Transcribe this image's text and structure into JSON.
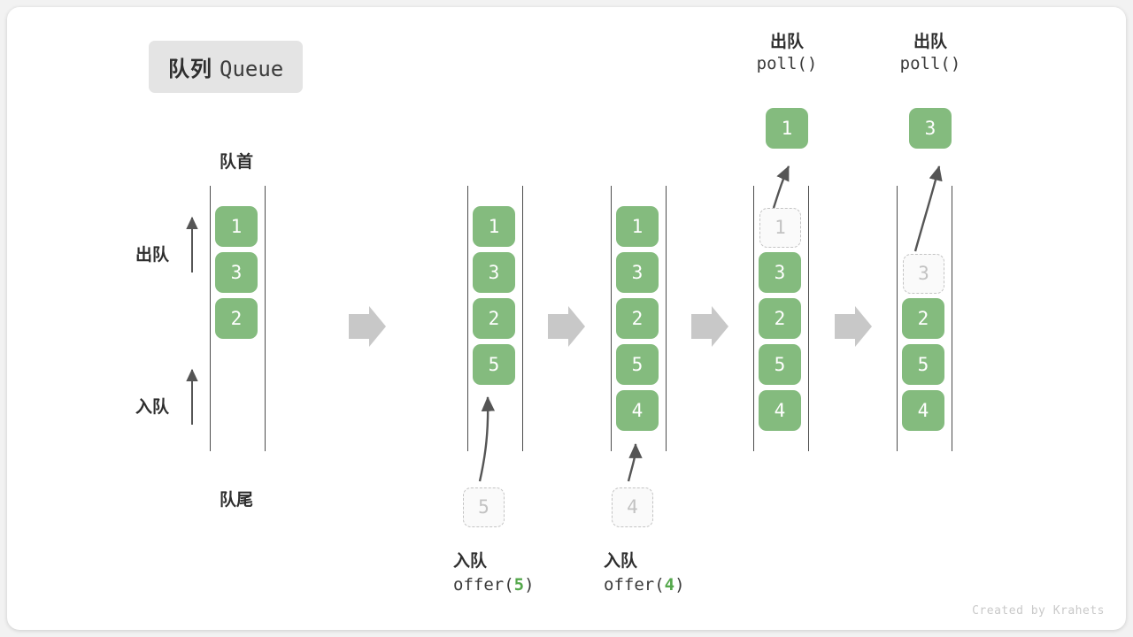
{
  "title": {
    "cn": "队列",
    "en": "Queue"
  },
  "labels": {
    "front": "队首",
    "rear": "队尾",
    "dequeue_side": "出队",
    "enqueue_side": "入队"
  },
  "colors": {
    "element": "#84bb7e",
    "ghost_border": "#c4c4c4",
    "ghost_text": "#c2c2c2",
    "rail": "#4c4c4c",
    "arrow": "#555555",
    "step_arrow": "#c8c8c8",
    "badge_bg": "#e4e4e4",
    "accent_value": "#55a84c",
    "text": "#2e2e2e"
  },
  "columns": [
    {
      "name": "initial-queue",
      "cells": [
        "1",
        "3",
        "2"
      ],
      "ghost_index": null,
      "ghost_value": null
    },
    {
      "name": "after-offer-5",
      "cells": [
        "1",
        "3",
        "2",
        "5"
      ],
      "ghost_index": null,
      "ghost_value": null,
      "incoming": {
        "value": "5",
        "op_cn": "入队",
        "op_code_prefix": "offer(",
        "op_code_value": "5",
        "op_code_suffix": ")"
      }
    },
    {
      "name": "after-offer-4",
      "cells": [
        "1",
        "3",
        "2",
        "5",
        "4"
      ],
      "ghost_index": null,
      "ghost_value": null,
      "incoming": {
        "value": "4",
        "op_cn": "入队",
        "op_code_prefix": "offer(",
        "op_code_value": "4",
        "op_code_suffix": ")"
      }
    },
    {
      "name": "after-poll-1",
      "cells": [
        "",
        "3",
        "2",
        "5",
        "4"
      ],
      "ghost_index": 0,
      "ghost_value": "1",
      "outgoing": {
        "value": "1",
        "op_cn": "出队",
        "op_code": "poll()"
      }
    },
    {
      "name": "after-poll-3",
      "cells": [
        "",
        "",
        "2",
        "5",
        "4"
      ],
      "ghost_index": 1,
      "ghost_value": "3",
      "outgoing": {
        "value": "3",
        "op_cn": "出队",
        "op_code": "poll()"
      }
    }
  ],
  "credit": "Created by Krahets"
}
